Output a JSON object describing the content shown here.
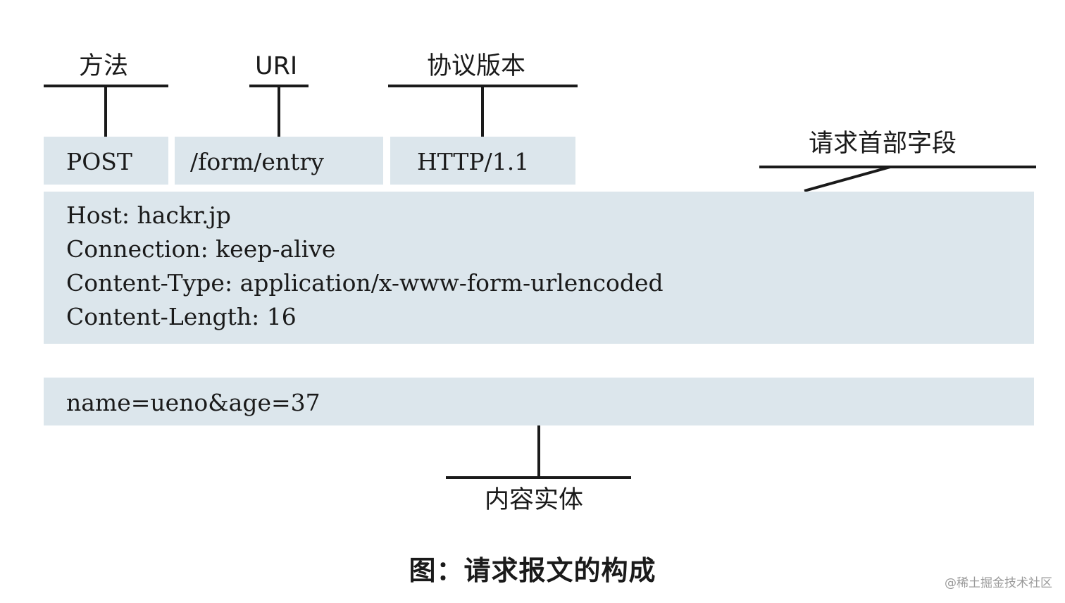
{
  "labels": {
    "method": "方法",
    "uri": "URI",
    "version": "协议版本",
    "headers": "请求首部字段",
    "body": "内容实体"
  },
  "request_line": {
    "method": "POST",
    "uri": "/form/entry",
    "version": "HTTP/1.1"
  },
  "headers": [
    "Host: hackr.jp",
    "Connection: keep-alive",
    "Content-Type: application/x-www-form-urlencoded",
    "Content-Length: 16"
  ],
  "body": "name=ueno&age=37",
  "caption": "图：请求报文的构成",
  "watermark": "@稀土掘金技术社区"
}
